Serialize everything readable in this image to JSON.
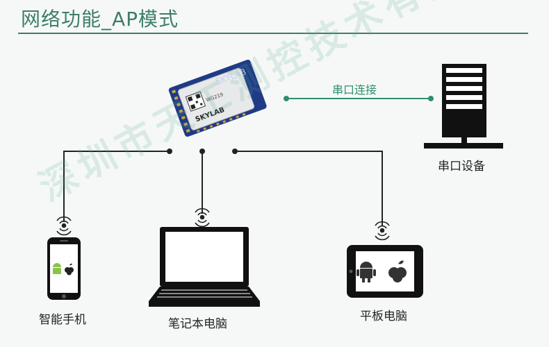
{
  "title": "网络功能_AP模式",
  "module": {
    "brand": "SKYLAB",
    "model": "WG219"
  },
  "link_label": "串口连接",
  "devices": {
    "serial": "串口设备",
    "phone": "智能手机",
    "laptop": "笔记本电脑",
    "tablet": "平板电脑"
  },
  "watermark": "深圳市天工测控技术有限公司",
  "colors": {
    "accent": "#3d7d6a",
    "link": "#2f8f6a",
    "module_board": "#1f3b86",
    "line": "#222222"
  }
}
